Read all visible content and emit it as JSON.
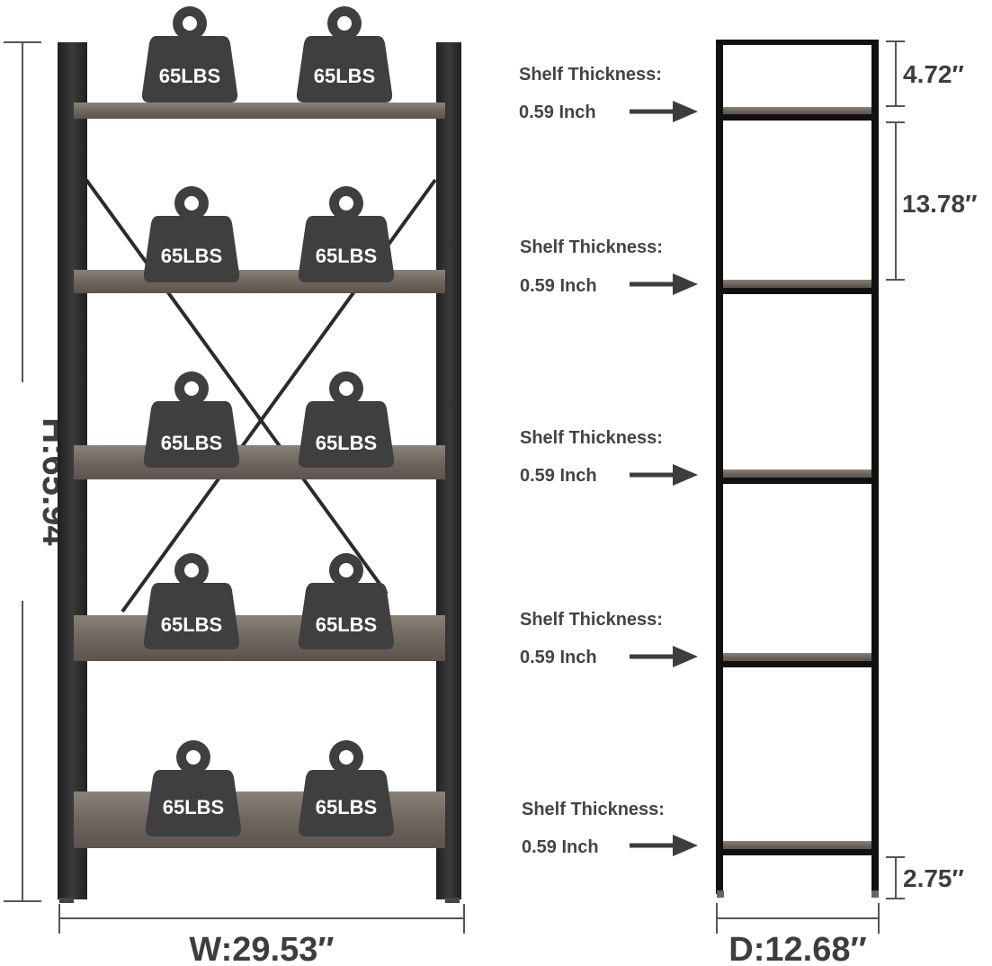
{
  "front_view": {
    "height_label": "H:65.94″",
    "width_label": "W:29.53″",
    "weight_label": "65LBS",
    "weight_icon": "kettlebell-weight-icon",
    "shelf_count": 5,
    "weights_per_shelf": 2
  },
  "side_view": {
    "depth_label": "D:12.68″",
    "top_gap_label": "4.72″",
    "shelf_gap_label": "13.78″",
    "bottom_clearance_label": "2.75″",
    "thickness_title": "Shelf Thickness:",
    "thickness_value": "0.59 Inch",
    "arrow_icon": "right-arrow-icon"
  },
  "colors": {
    "frame": "#2b2b2b",
    "shelf_wood": "#6f665e",
    "weight_fill": "#3f3f3f",
    "text": "#3d3d3d",
    "dimension_line": "#555555"
  }
}
